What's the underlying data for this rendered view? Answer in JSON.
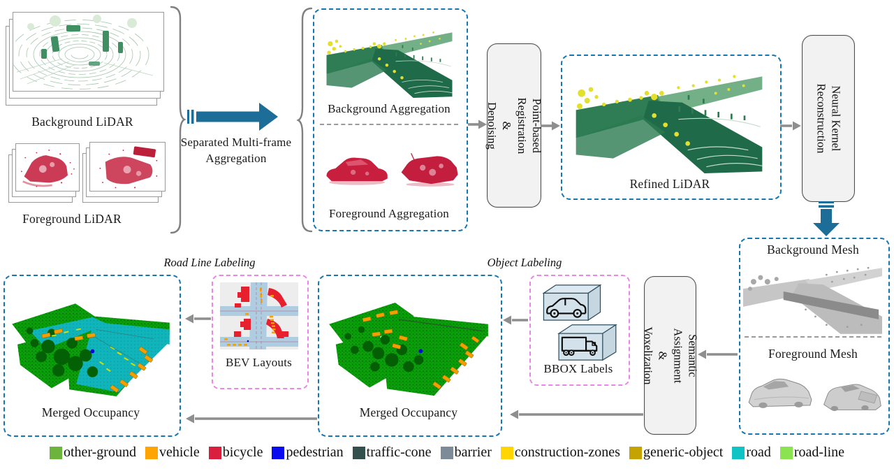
{
  "figure": {
    "inputs": {
      "background_lidar": "Background LiDAR",
      "foreground_lidar": "Foreground LiDAR"
    },
    "aggregation_arrow_label": "Separated Multi-frame\nAggregation",
    "aggregation": {
      "background": "Background Aggregation",
      "foreground": "Foreground Aggregation"
    },
    "point_based": "Point-based\nRegistration & Denoising",
    "refined": "Refined LiDAR",
    "neural_kernel": "Neural Kernel\nReconstruction",
    "mesh": {
      "background": "Background Mesh",
      "foreground": "Foreground Mesh"
    },
    "semantic": "Semantic Assignment\n& Voxelization",
    "object_labeling": {
      "title": "Object Labeling",
      "caption": "BBOX Labels"
    },
    "road_line_labeling": {
      "title": "Road Line Labeling",
      "caption": "BEV Layouts"
    },
    "merged_mid": "Merged Occupancy",
    "merged_left": "Merged Occupancy"
  },
  "legend": {
    "items": [
      {
        "label": "other-ground",
        "color": "#6cb43c"
      },
      {
        "label": "vehicle",
        "color": "#ffa405"
      },
      {
        "label": "bicycle",
        "color": "#d91f3d"
      },
      {
        "label": "pedestrian",
        "color": "#0b0bef"
      },
      {
        "label": "traffic-cone",
        "color": "#33504c"
      },
      {
        "label": "barrier",
        "color": "#7d8b99"
      },
      {
        "label": "construction-zones",
        "color": "#ffd503"
      },
      {
        "label": "generic-object",
        "color": "#c5a303"
      },
      {
        "label": "road",
        "color": "#10c4c6"
      },
      {
        "label": "road-line",
        "color": "#8ce352"
      }
    ]
  },
  "colors": {
    "flow_blue": "#1d6d99",
    "box_dash_blue": "#1577b2",
    "label_dash_pink": "#ec85e5",
    "arrow_gray": "#8e8e8e"
  }
}
